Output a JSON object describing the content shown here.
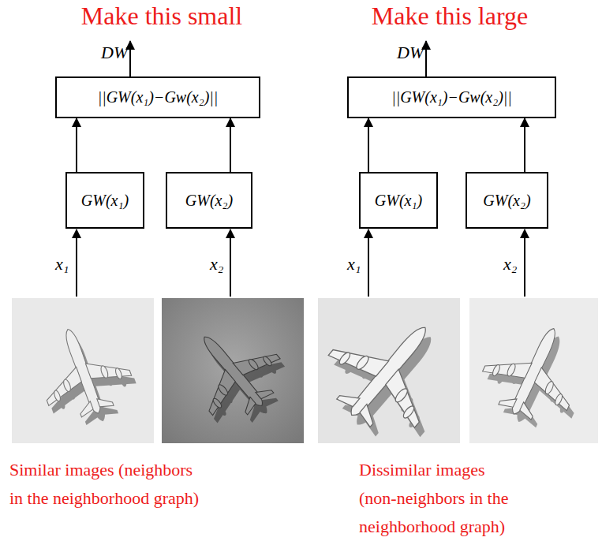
{
  "diagram": {
    "nodes": [
      {
        "text": [
          "||GW(x₁)−Gw(x₂)||"
        ]
      },
      {
        "text": [
          "GW(x₁)"
        ]
      },
      {
        "text": [
          "GW(x₂)"
        ]
      },
      {
        "text": [
          "||GW(x₁)−Gw(x₂)||"
        ]
      },
      {
        "text": [
          "GW(x₁)"
        ]
      },
      {
        "text": [
          "GW(x₂)"
        ]
      }
    ],
    "edges": [
      {
        "from": 1,
        "to": 0,
        "arrow": "to"
      },
      {
        "from": 2,
        "to": 0,
        "arrow": "to"
      },
      {
        "from": 4,
        "to": 3,
        "arrow": "to"
      },
      {
        "from": 5,
        "to": 3,
        "arrow": "to"
      }
    ],
    "labels": [
      "Make this small",
      "Make this large",
      "DW",
      "x₁",
      "x₂",
      "DW",
      "x₁",
      "x₂",
      "Similar images (neighbors in the neighborhood graph)",
      "Dissimilar images (non-neighbors in the neighborhood graph)"
    ]
  }
}
